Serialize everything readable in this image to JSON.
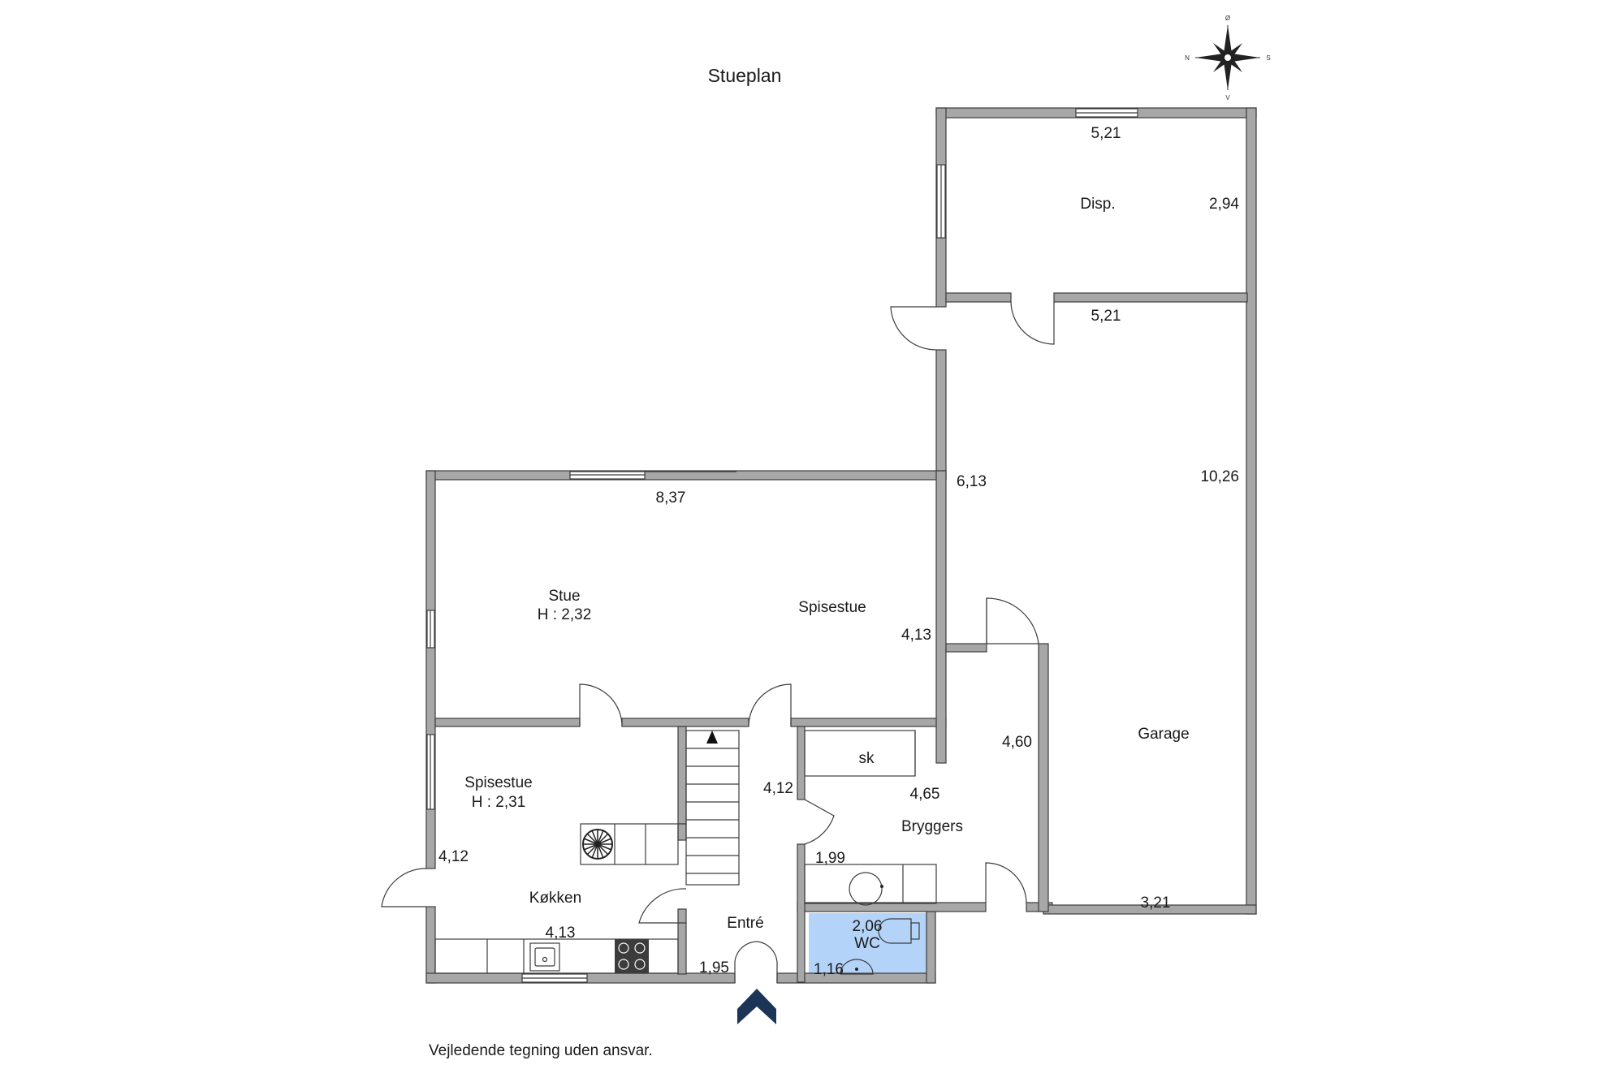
{
  "title": "Stueplan",
  "disclaimer": "Vejledende tegning uden ansvar.",
  "compass": {
    "n": "N",
    "s": "S",
    "top": "Ø",
    "bottom": "V",
    "icon": "compass-rose-icon"
  },
  "entrance_icon": "entrance-chevron-icon",
  "rooms": {
    "disp": "Disp.",
    "stue": "Stue",
    "stue_height": "H : 2,32",
    "spisestue_top": "Spisestue",
    "spisestue_left": "Spisestue",
    "spisestue_left_height": "H : 2,31",
    "kokken": "Køkken",
    "entre": "Entré",
    "bryggers": "Bryggers",
    "garage": "Garage",
    "wc": "WC",
    "sk": "sk"
  },
  "dimensions": {
    "disp_width": "5,21",
    "disp_height": "2,94",
    "garage_width_top": "5,21",
    "garage_left": "6,13",
    "garage_height": "10,26",
    "stue_width": "8,37",
    "stue_height": "4,13",
    "bryggers_left_height": "4,60",
    "bryggers_width": "4,65",
    "garage_width_bottom": "3,21",
    "entre_height": "4,12",
    "bryggers_small": "1,99",
    "kokken_height": "4,12",
    "kokken_width": "4,13",
    "entre_width": "1,95",
    "wc_width": "2,06",
    "wc_depth": "1,16"
  },
  "colors": {
    "wall": "#a7a7a7",
    "wc_floor": "#b4d3f8",
    "entrance": "#1c3557"
  }
}
